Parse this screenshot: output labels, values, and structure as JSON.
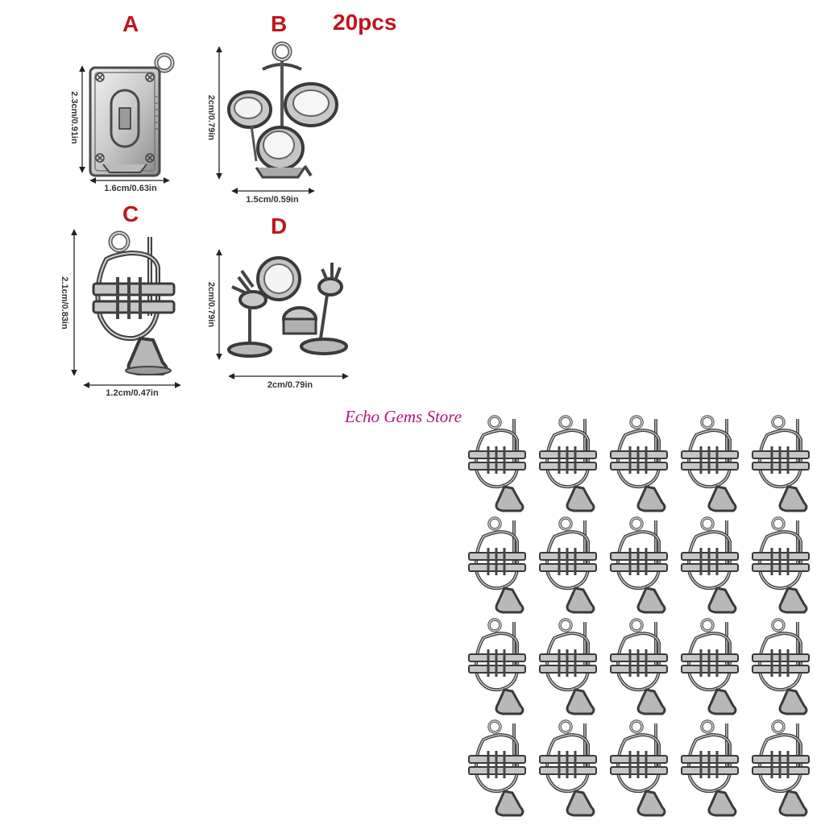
{
  "colors": {
    "label_red": "#c0161c",
    "store_magenta": "#b0157f",
    "silver_light": "#e4e4e4",
    "silver_mid": "#b9b9b9",
    "silver_dark": "#4a4a4a",
    "arrow": "#222222"
  },
  "header": {
    "quantity": "20pcs"
  },
  "styles": [
    {
      "letter": "A",
      "subject": "cassette-tape-charm",
      "width_label": "1.6cm/0.63in",
      "height_label": "2.3cm/0.91in"
    },
    {
      "letter": "B",
      "subject": "drum-kit-charm",
      "width_label": "1.5cm/0.59in",
      "height_label": "2cm/0.79in"
    },
    {
      "letter": "C",
      "subject": "trumpet-charm",
      "width_label": "1.2cm/0.47in",
      "height_label": "2.1cm/0.83in"
    },
    {
      "letter": "D",
      "subject": "drum-set-charm",
      "width_label": "2cm/0.79in",
      "height_label": "2cm/0.79in"
    }
  ],
  "store": {
    "name": "Echo Gems Store"
  },
  "product_grid": {
    "subject": "trumpet-charm",
    "rows": 4,
    "columns": 5,
    "count": 20
  }
}
